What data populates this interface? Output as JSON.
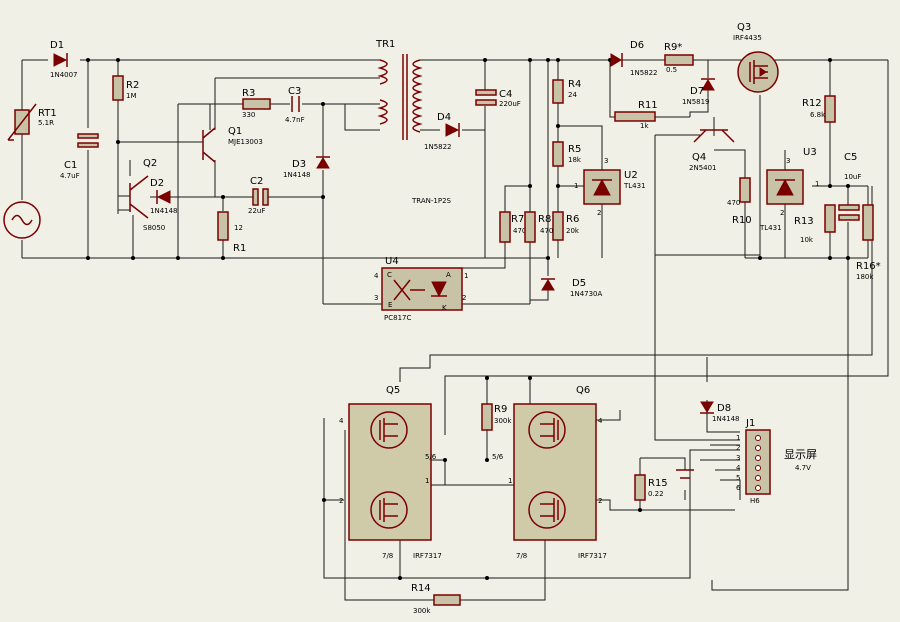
{
  "components": {
    "rt1": {
      "ref": "RT1",
      "value": "5.1R"
    },
    "c1": {
      "ref": "C1",
      "value": "4.7uF"
    },
    "d1": {
      "ref": "D1",
      "value": "1N4007"
    },
    "r2": {
      "ref": "R2",
      "value": "1M"
    },
    "q2": {
      "ref": "Q2",
      "value": "S8050"
    },
    "d2": {
      "ref": "D2",
      "value": "1N4148"
    },
    "r3": {
      "ref": "R3",
      "value": "330"
    },
    "c3": {
      "ref": "C3",
      "value": "4.7nF"
    },
    "q1": {
      "ref": "Q1",
      "value": "MJE13003"
    },
    "d3": {
      "ref": "D3",
      "value": "1N4148"
    },
    "c2": {
      "ref": "C2",
      "value": "22uF"
    },
    "r1": {
      "ref": "R1",
      "value": "12"
    },
    "tr1": {
      "ref": "TR1",
      "value": "TRAN-1P2S"
    },
    "d4": {
      "ref": "D4",
      "value": "1N5822"
    },
    "c4": {
      "ref": "C4",
      "value": "220uF"
    },
    "r4": {
      "ref": "R4",
      "value": "24"
    },
    "r5": {
      "ref": "R5",
      "value": "18k"
    },
    "r6": {
      "ref": "R6",
      "value": "20k"
    },
    "r7": {
      "ref": "R7",
      "value": "470"
    },
    "r8": {
      "ref": "R8",
      "value": "470"
    },
    "u2": {
      "ref": "U2",
      "value": "TL431"
    },
    "d5": {
      "ref": "D5",
      "value": "1N4730A"
    },
    "u4": {
      "ref": "U4",
      "value": "PC817C"
    },
    "d6": {
      "ref": "D6",
      "value": "1N5822"
    },
    "r9s": {
      "ref": "R9*",
      "value": "0.5"
    },
    "q3": {
      "ref": "Q3",
      "value": "IRF4435"
    },
    "d7": {
      "ref": "D7",
      "value": "1N5819"
    },
    "r11": {
      "ref": "R11",
      "value": "1k"
    },
    "q4": {
      "ref": "Q4",
      "value": "2N5401"
    },
    "r10": {
      "ref": "R10",
      "value": "470"
    },
    "u3": {
      "ref": "U3",
      "value": "TL431"
    },
    "r12": {
      "ref": "R12",
      "value": "6.8k"
    },
    "r13": {
      "ref": "R13",
      "value": "10k"
    },
    "c5": {
      "ref": "C5",
      "value": "10uF"
    },
    "r16": {
      "ref": "R16*",
      "value": "180k"
    },
    "q5": {
      "ref": "Q5",
      "value": "IRF7317"
    },
    "q6": {
      "ref": "Q6",
      "value": "IRF7317"
    },
    "r9": {
      "ref": "R9",
      "value": "300k"
    },
    "d8": {
      "ref": "D8",
      "value": "1N4148"
    },
    "j1": {
      "ref": "J1",
      "value": "H6"
    },
    "r15": {
      "ref": "R15",
      "value": "0.22"
    },
    "r14": {
      "ref": "R14",
      "value": "300k"
    }
  },
  "display_label": "显示屏",
  "battery_label": "4.7V",
  "pins": {
    "one": "1",
    "two": "2",
    "three": "3",
    "four": "4",
    "five": "5",
    "six": "6",
    "s56": "5/6",
    "d78": "7/8",
    "A": "A",
    "K": "K",
    "C": "C",
    "E": "E"
  }
}
